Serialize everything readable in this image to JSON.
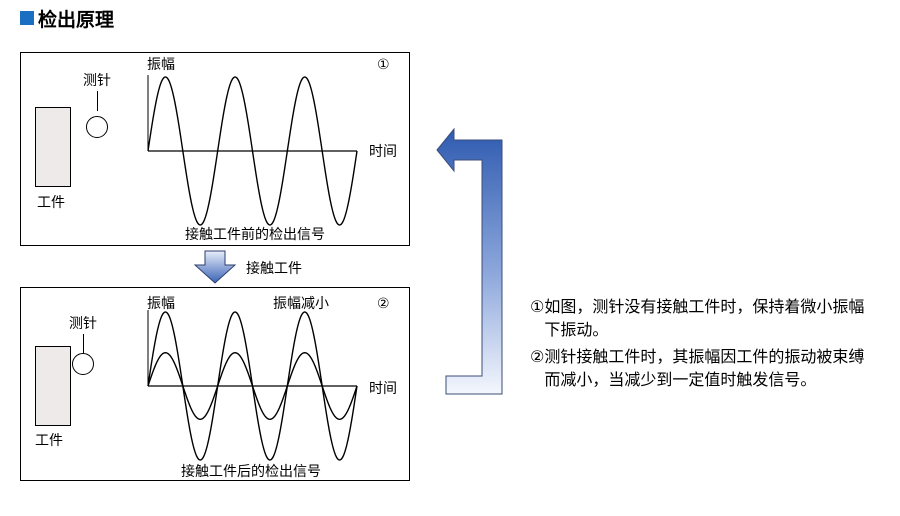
{
  "title": "检出原理",
  "colors": {
    "title_square": "#1b6fc2",
    "workpiece_fill": "#eeeaea",
    "arrow_dark": "#2f5bb0",
    "arrow_light": "#e8eefa"
  },
  "panel_before": {
    "number": "①",
    "probe_label": "测针",
    "workpiece_label": "工件",
    "amplitude_label": "振幅",
    "time_label": "时间",
    "caption": "接触工件前的检出信号"
  },
  "contact_arrow_label": "接触工件",
  "panel_after": {
    "number": "②",
    "probe_label": "测针",
    "workpiece_label": "工件",
    "amplitude_label": "振幅",
    "reduced_label": "振幅减小",
    "time_label": "时间",
    "caption": "接触工件后的检出信号"
  },
  "notes": [
    {
      "num": "①",
      "text": "如图，测针没有接触工件时，保持着微小振幅下振动。"
    },
    {
      "num": "②",
      "text": "测针接触工件时，其振幅因工件的振动被束缚而减小，当减少到一定值时触发信号。"
    }
  ],
  "waves": {
    "before": {
      "cycles": 3,
      "amplitude": 1.0
    },
    "after_outer": {
      "cycles": 3,
      "amplitude": 1.0
    },
    "after_inner": {
      "cycles": 3,
      "amplitude": 0.45
    }
  }
}
